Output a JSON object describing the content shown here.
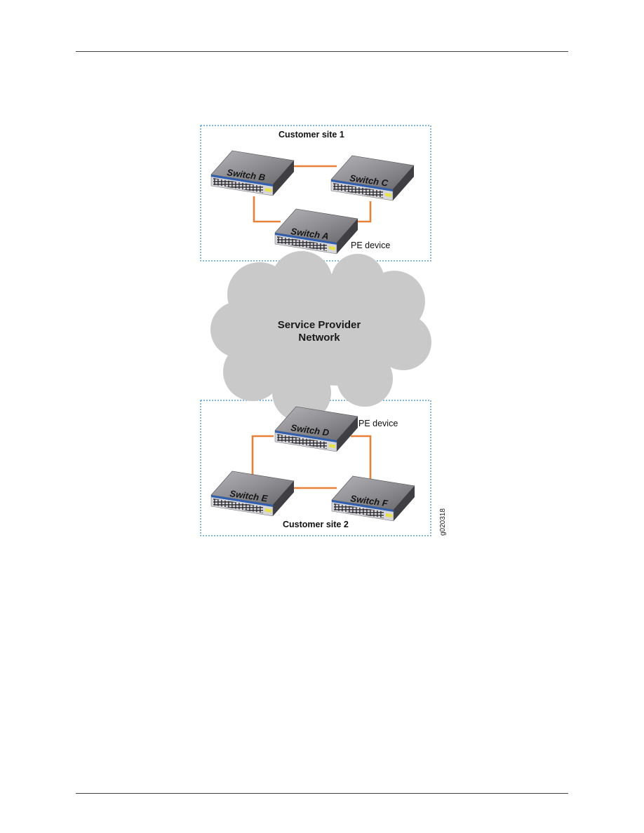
{
  "diagram": {
    "site1_label": "Customer site 1",
    "site2_label": "Customer site 2",
    "cloud_label_line1": "Service Provider",
    "cloud_label_line2": "Network",
    "pe_label_top": "PE device",
    "pe_label_bottom": "PE device",
    "figure_id": "g020318",
    "switches": {
      "a": "Switch A",
      "b": "Switch B",
      "c": "Switch C",
      "d": "Switch D",
      "e": "Switch E",
      "f": "Switch F"
    },
    "colors": {
      "link": "#e8823a",
      "site_border": "#3a8cc4",
      "cloud": "#c9c9c9",
      "switch_top": "#8f8f92",
      "switch_blue": "#2f5fae"
    }
  }
}
